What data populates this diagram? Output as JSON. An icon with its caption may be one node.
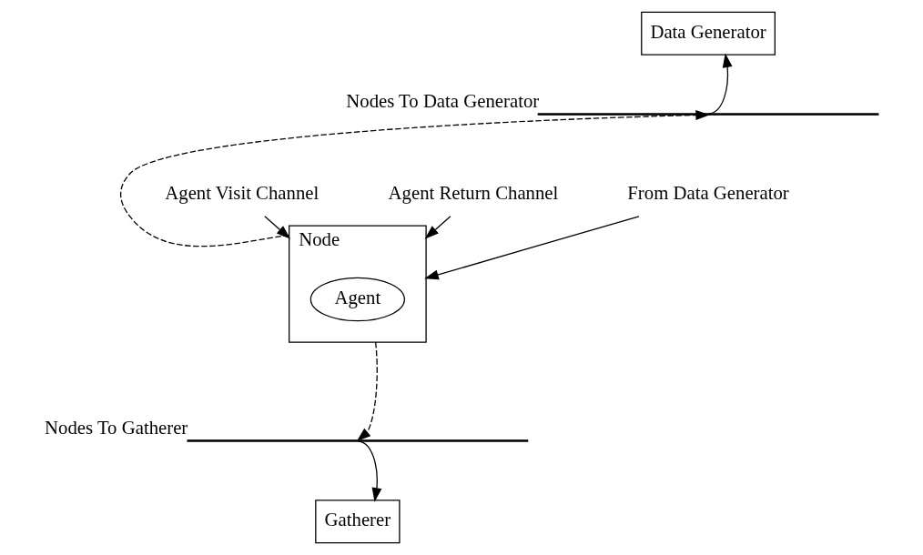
{
  "diagram": {
    "nodes": [
      {
        "text": [
          "Data Generator"
        ]
      },
      {
        "text": [],
        "shape": "bar",
        "beside": [
          "Nodes To Data Generator"
        ]
      },
      {
        "text": [
          "Node"
        ]
      },
      {
        "text": [
          "Agent"
        ],
        "in": 2
      },
      {
        "text": [],
        "shape": "bar",
        "beside": [
          "Nodes To Gatherer"
        ]
      },
      {
        "text": [
          "Gatherer"
        ]
      },
      {
        "text": [
          "From Data Generator"
        ]
      },
      {
        "text": [
          "Agent Visit Channel"
        ]
      },
      {
        "text": [
          "Agent Return Channel"
        ]
      }
    ],
    "edges": [
      {
        "from": 1,
        "to": 0,
        "arrow": "to"
      },
      {
        "from": 2,
        "to": 1,
        "arrow": "to",
        "style": "dashed"
      },
      {
        "from": 6,
        "to": 2,
        "arrow": "to"
      },
      {
        "from": 7,
        "to": 2,
        "arrow": "to"
      },
      {
        "from": 8,
        "to": 2,
        "arrow": "to"
      },
      {
        "from": 2,
        "to": 4,
        "arrow": "to",
        "style": "dashed"
      },
      {
        "from": 4,
        "to": 5,
        "arrow": "to"
      }
    ]
  }
}
